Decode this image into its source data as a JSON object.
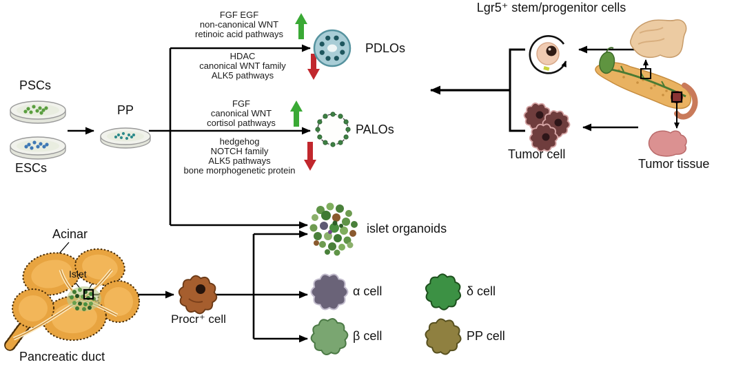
{
  "colors": {
    "up_arrow": "#3aa935",
    "down_arrow": "#c1272d",
    "pdlo_body": "#a9cdd6",
    "pdlo_dot": "#1e565e",
    "palo_dot": "#3e8044",
    "alpha_cell": "#6a6378",
    "beta_cell": "#7aa671",
    "delta_cell": "#3c9144",
    "pp_cell": "#8f8040",
    "procr_cell": "#a65e2e",
    "tumor_cell": "#6f3d3d",
    "tumor_tissue": "#db9191",
    "pancreas": "#e9b261",
    "acinar": "#e8a440",
    "psc_dots": "#5a9e3f",
    "esc_dots": "#3e78b5",
    "pp_dots": "#2e8b8b"
  },
  "header": {
    "lgr5_title": "Lgr5⁺ stem/progenitor cells"
  },
  "stem_sources": {
    "pscs": "PSCs",
    "escs": "ESCs",
    "pp": "PP"
  },
  "pathways": {
    "pdlo_up": [
      "FGF EGF",
      "non-canonical WNT",
      "retinoic acid pathways"
    ],
    "pdlo_down": [
      "HDAC",
      "canonical WNT family",
      "ALK5 pathways"
    ],
    "palo_up": [
      "FGF",
      "canonical WNT",
      "cortisol pathways"
    ],
    "palo_down": [
      "hedgehog",
      "NOTCH family",
      "ALK5 pathways",
      "bone morphogenetic protein"
    ]
  },
  "organoids": {
    "pdlos": "PDLOs",
    "palos": "PALOs",
    "islet_organoids": "islet organoids"
  },
  "endocrine_cells": {
    "alpha": "α cell",
    "delta": "δ cell",
    "beta": "β cell",
    "pp": "PP cell",
    "procr": "Procr⁺ cell"
  },
  "tumor": {
    "cell": "Tumor cell",
    "tissue": "Tumor tissue"
  },
  "pancreas_region": {
    "acinar": "Acinar",
    "islet": "Islet",
    "duct": "Pancreatic duct"
  }
}
